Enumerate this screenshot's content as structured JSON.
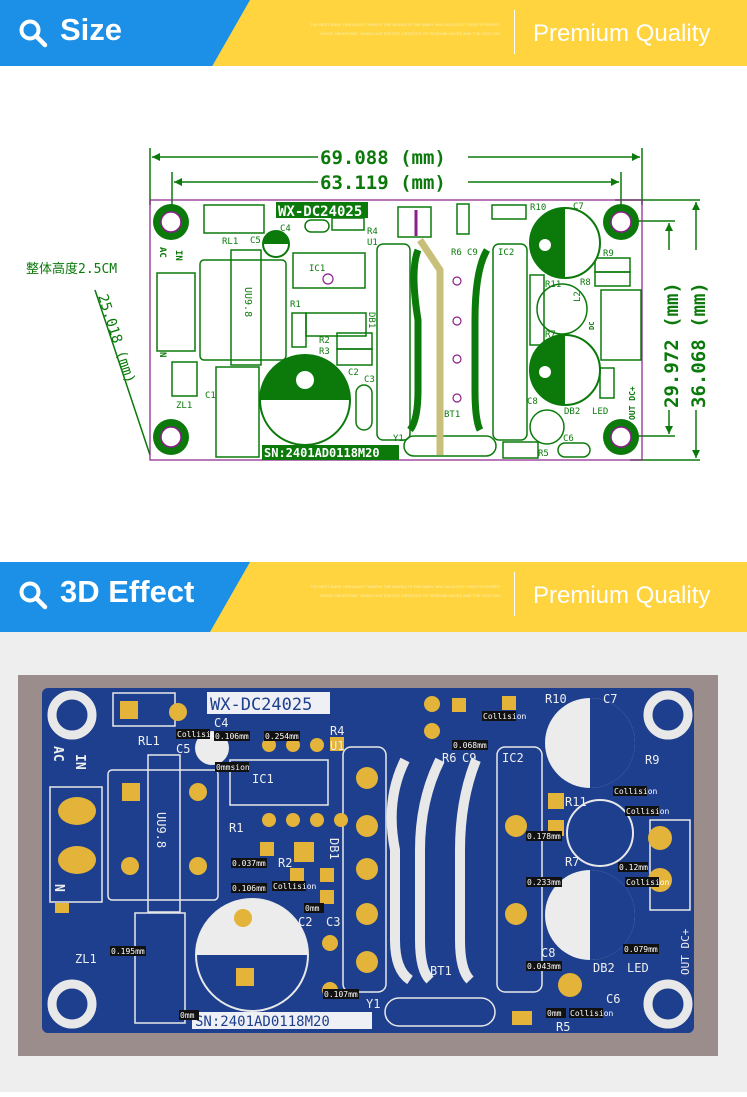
{
  "sections": [
    {
      "title": "Size",
      "tagline": "Premium Quality",
      "small_text": "THE BEST BASE I BROUGHT THEM IN THE WORLD IS THE MANY WHO ALLEGED ITSELF'S PROPER SPACE OBSERVING. WHILE LIKE EVENTS VIRTUOUS OF RESEMBLANCES AND THE HOLY KIN"
    },
    {
      "title": "3D Effect",
      "tagline": "Premium Quality",
      "small_text": "THE BEST BASE I BROUGHT THEM IN THE WORLD IS THE MANY WHO ALLEGED ITSELF'S PROPER SPACE OBSERVING. WHILE LIKE EVENTS VIRTUOUS OF RESEMBLANCES AND THE HOLY KIN"
    }
  ],
  "dimensions": {
    "overall_width": "69.088 (mm)",
    "hole_width": "63.119 (mm)",
    "hole_height": "29.972 (mm)",
    "overall_height": "36.068 (mm)",
    "diagonal": "25.018 (mm)",
    "total_height_note": "整体高度2.5CM"
  },
  "board": {
    "model": "WX-DC24025",
    "serial": "SN:2401AD0118M20",
    "inductor": "UU9.8",
    "labels": {
      "rl1": "RL1",
      "c5": "C5",
      "c4": "C4",
      "r4": "R4",
      "u1": "U1",
      "ic1": "IC1",
      "r1": "R1",
      "r2": "R2",
      "r3": "R3",
      "c2": "C2",
      "c3": "C3",
      "c1": "C1",
      "zl1": "ZL1",
      "db1": "DB1",
      "r6": "R6",
      "c9": "C9",
      "ic2": "IC2",
      "bt1": "BT1",
      "y1": "Y1",
      "r10": "R10",
      "c7": "C7",
      "r9": "R9",
      "r8": "R8",
      "r11": "R11",
      "l2": "L2",
      "r7": "R7",
      "c8": "C8",
      "db2": "DB2",
      "led": "LED",
      "c6": "C6",
      "r5": "R5",
      "ac": "AC",
      "in": "IN",
      "n": "N",
      "dc": "DC",
      "out_dc": "OUT DC+"
    }
  },
  "measurements": [
    "Collision",
    "0.106mm",
    "0.254mm",
    "0mmsion",
    "0.068mm",
    "Collision",
    "0.178mm",
    "Collision",
    "Collision",
    "0.037mm",
    "0.106mm",
    "Collision",
    "0mm",
    "0.233mm",
    "0.12mm",
    "Collision",
    "0.195mm",
    "0.107mm",
    "0.043mm",
    "0.079mm",
    "0mm",
    "0mm",
    "Collision"
  ],
  "colors": {
    "blue": "#1c8fe6",
    "yellow": "#ffd43f",
    "silk_green": "#0b7a0b",
    "pcb_blue": "#1e3f8e",
    "pad_gold": "#e3b33a"
  }
}
